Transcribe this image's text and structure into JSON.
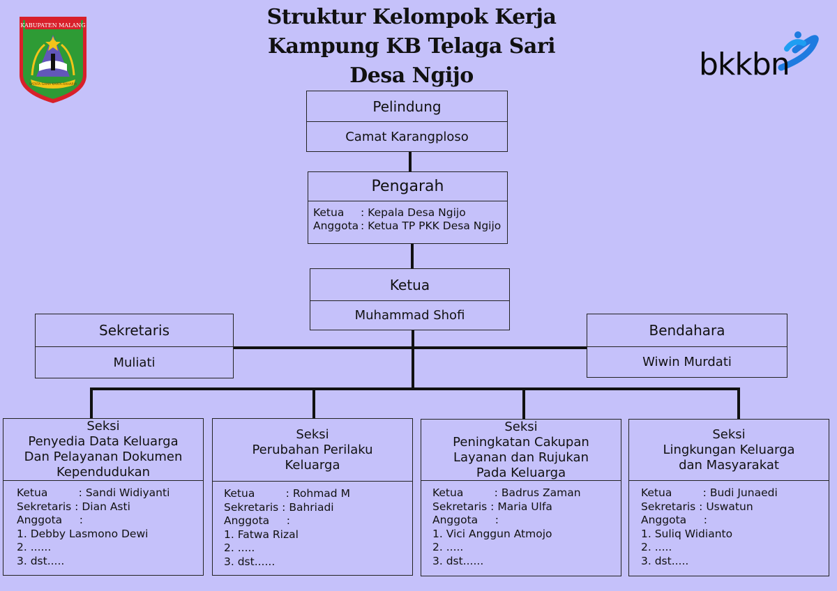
{
  "header": {
    "title_lines": [
      "Struktur Kelompok Kerja",
      "Kampung KB Telaga Sari",
      "Desa Ngijo"
    ]
  },
  "logo_left": {
    "banner": "KABUPATEN MALANG",
    "motto": "SATATA GAMA KARTA RAHARJA",
    "colors": {
      "shield": "#2e9b35",
      "border": "#d8202a",
      "banner": "#d8202a",
      "gold": "#f2c419"
    }
  },
  "logo_right": {
    "wordmark": "bkkbn",
    "colors": {
      "text": "#0b0b0b",
      "accent": "#1e7be0",
      "accent2": "#1f9ef2"
    }
  },
  "pelindung": {
    "title": "Pelindung",
    "name": "Camat Karangploso"
  },
  "pengarah": {
    "title": "Pengarah",
    "rows": [
      {
        "label": "Ketua",
        "sep": ":",
        "value": "Kepala Desa Ngijo"
      },
      {
        "label": "Anggota",
        "sep": ":",
        "value": "Ketua TP PKK Desa Ngijo"
      }
    ]
  },
  "ketua": {
    "title": "Ketua",
    "name": "Muhammad Shofi"
  },
  "sekretaris": {
    "title": "Sekretaris",
    "name": "Muliati"
  },
  "bendahara": {
    "title": "Bendahara",
    "name": "Wiwin Murdati"
  },
  "sections": [
    {
      "title_lines": [
        "Seksi",
        "Penyedia Data Keluarga",
        "Dan Pelayanan Dokumen",
        "Kependudukan"
      ],
      "lines": [
        "Ketua         : Sandi Widiyanti",
        "Sekretaris : Dian Asti",
        "Anggota     :",
        "1. Debby Lasmono Dewi",
        "2. ......",
        "3. dst....."
      ]
    },
    {
      "title_lines": [
        "Seksi",
        "Perubahan Perilaku",
        "Keluarga"
      ],
      "lines": [
        "Ketua         : Rohmad M",
        "Sekretaris : Bahriadi",
        "Anggota     :",
        "1. Fatwa Rizal",
        "2. .....",
        "3. dst......"
      ]
    },
    {
      "title_lines": [
        "Seksi",
        "Peningkatan Cakupan",
        "Layanan dan Rujukan",
        "Pada Keluarga"
      ],
      "lines": [
        "Ketua         : Badrus Zaman",
        "Sekretaris : Maria Ulfa",
        "Anggota     :",
        "1. Vici Anggun Atmojo",
        "2. .....",
        "3. dst......"
      ]
    },
    {
      "title_lines": [
        "Seksi",
        "Lingkungan Keluarga",
        "dan Masyarakat"
      ],
      "lines": [
        "Ketua         : Budi Junaedi",
        "Sekretaris : Uswatun",
        "Anggota     :",
        "1. Suliq Widianto",
        "2. .....",
        "3. dst....."
      ]
    }
  ]
}
